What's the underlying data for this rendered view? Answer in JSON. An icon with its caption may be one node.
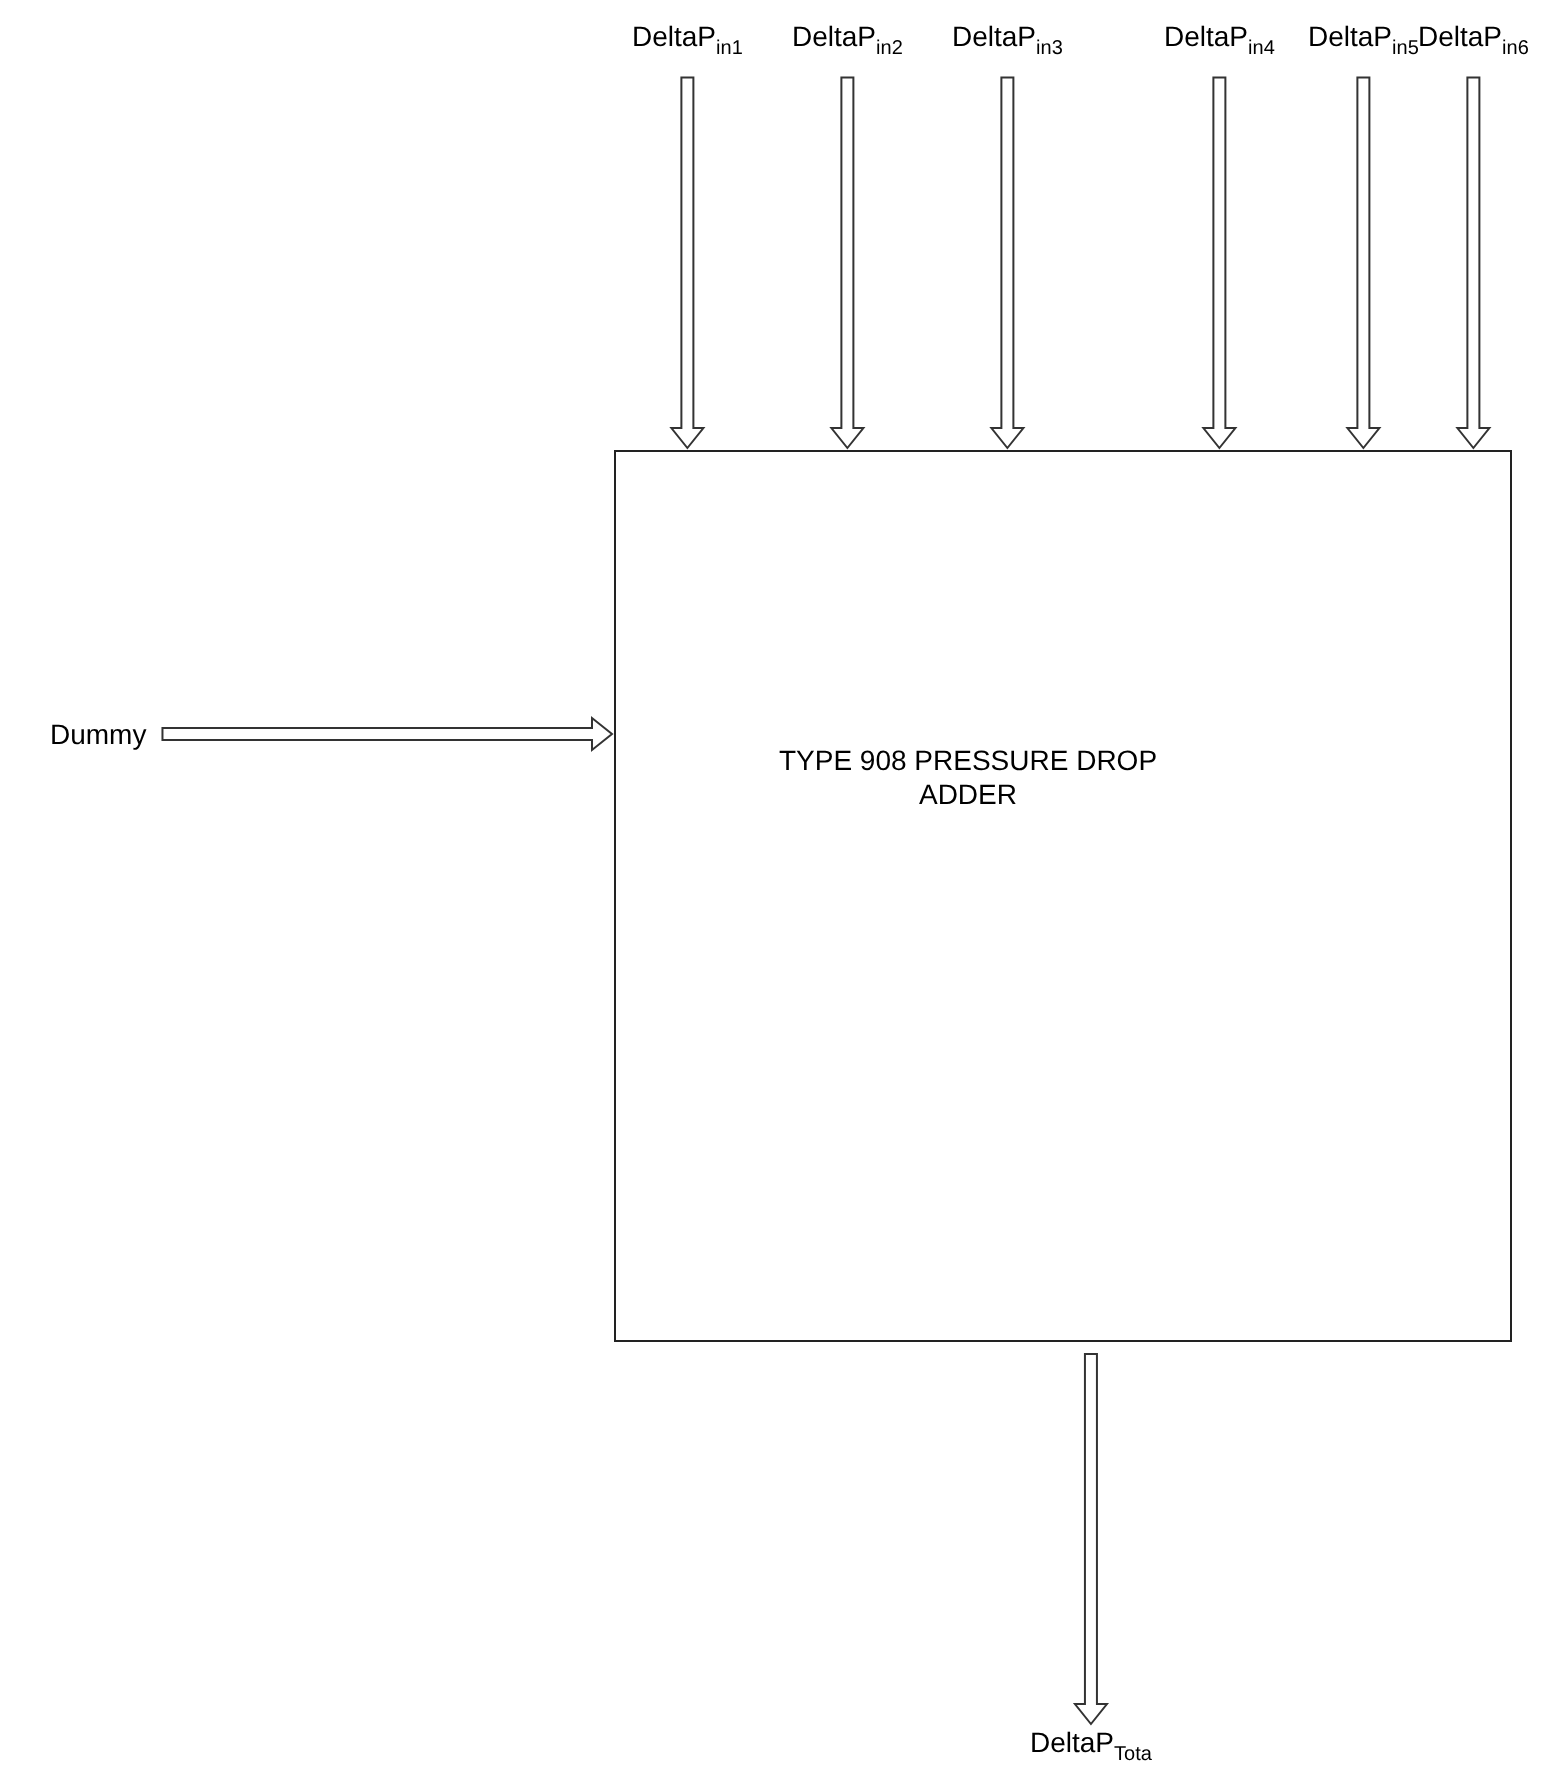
{
  "diagram": {
    "nodes": [
      {
        "text": [
          "TYPE 908 PRESSURE DROP ADDER"
        ]
      },
      {
        "text": [
          "DeltaP$_{in1}$"
        ]
      },
      {
        "text": [
          "DeltaP$_{in2}$"
        ]
      },
      {
        "text": [
          "DeltaP$_{in3}$"
        ]
      },
      {
        "text": [
          "DeltaP$_{in4}$"
        ]
      },
      {
        "text": [
          "DeltaP$_{in5}$"
        ]
      },
      {
        "text": [
          "DeltaP$_{in6}$"
        ]
      },
      {
        "text": [
          "Dummy"
        ]
      },
      {
        "text": [
          "DeltaP$_{Tota}$"
        ]
      }
    ],
    "edges": [
      {
        "from": 1,
        "to": 0,
        "arrow": "to"
      },
      {
        "from": 2,
        "to": 0,
        "arrow": "to"
      },
      {
        "from": 3,
        "to": 0,
        "arrow": "to"
      },
      {
        "from": 4,
        "to": 0,
        "arrow": "to"
      },
      {
        "from": 5,
        "to": 0,
        "arrow": "to"
      },
      {
        "from": 6,
        "to": 0,
        "arrow": "to"
      },
      {
        "from": 7,
        "to": 0,
        "arrow": "to"
      },
      {
        "from": 0,
        "to": 8,
        "arrow": "to"
      }
    ]
  }
}
